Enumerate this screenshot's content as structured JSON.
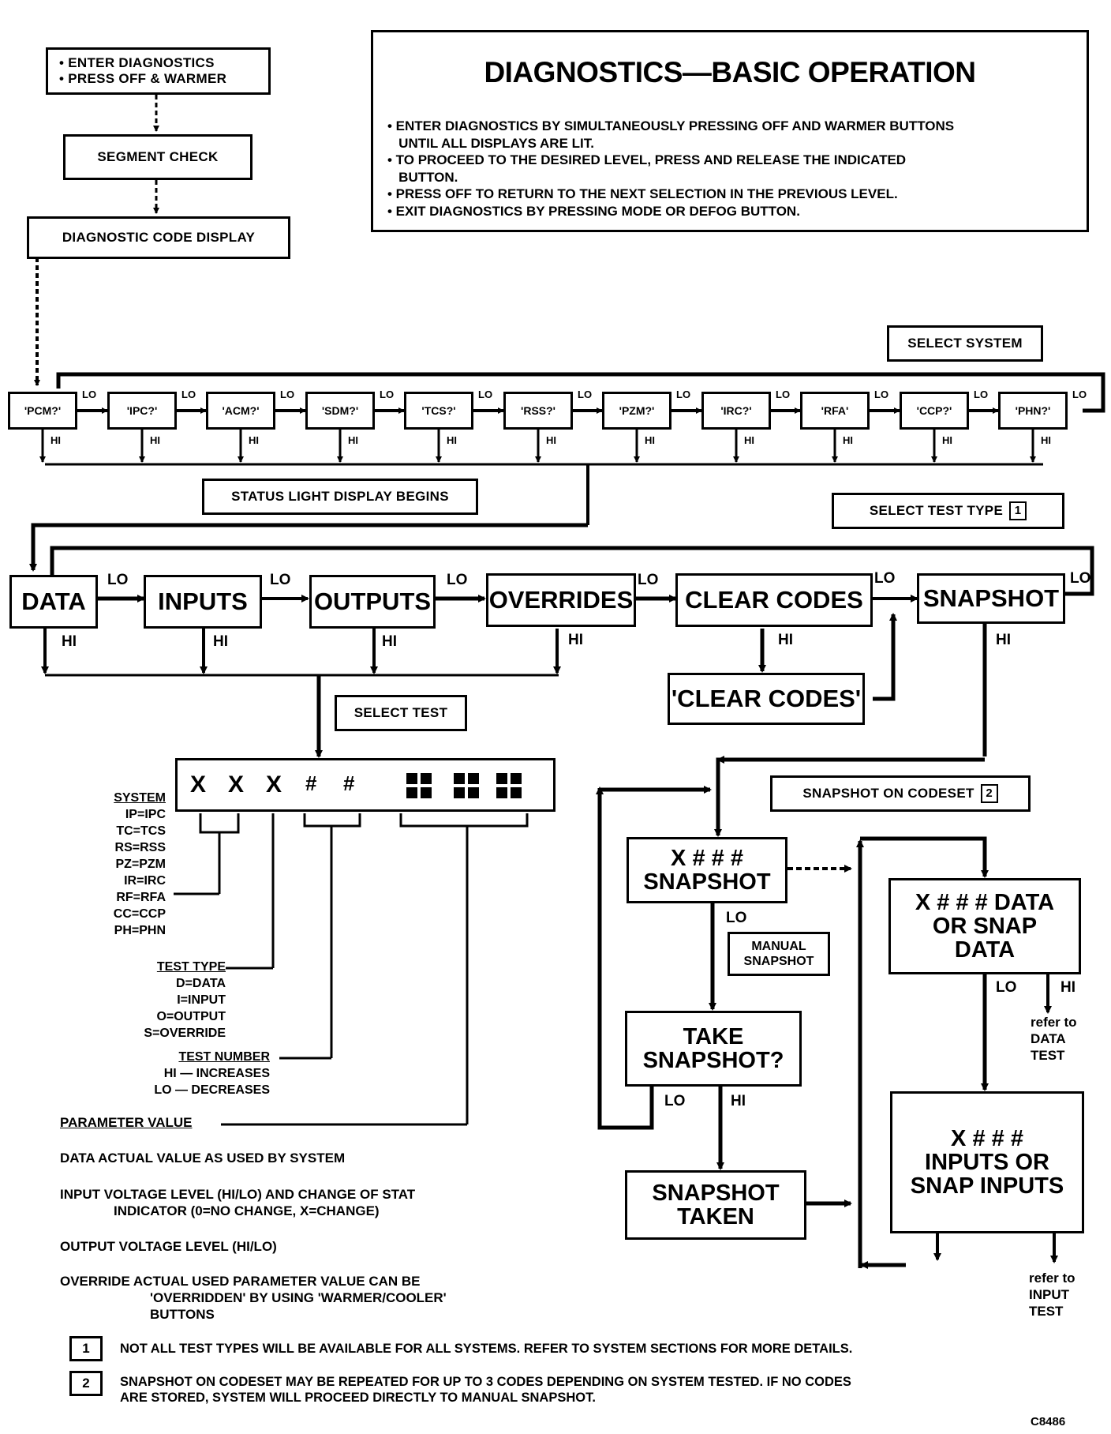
{
  "header": {
    "title": "DIAGNOSTICS—BASIC OPERATION",
    "instructions": [
      "• ENTER DIAGNOSTICS BY SIMULTANEOUSLY PRESSING OFF AND WARMER BUTTONS",
      "   UNTIL ALL DISPLAYS ARE LIT.",
      "• TO PROCEED TO THE DESIRED LEVEL, PRESS AND RELEASE THE INDICATED",
      "   BUTTON.",
      "• PRESS OFF TO RETURN TO THE NEXT SELECTION IN THE PREVIOUS LEVEL.",
      "• EXIT DIAGNOSTICS BY PRESSING MODE OR DEFOG BUTTON."
    ]
  },
  "start": {
    "enter_line1": "• ENTER DIAGNOSTICS",
    "enter_line2": "• PRESS OFF & WARMER",
    "segment_check": "SEGMENT CHECK",
    "code_display": "DIAGNOSTIC CODE DISPLAY"
  },
  "systems": {
    "select_label": "SELECT SYSTEM",
    "items": [
      "'PCM?'",
      "'IPC?'",
      "'ACM?'",
      "'SDM?'",
      "'TCS?'",
      "'RSS?'",
      "'PZM?'",
      "'IRC?'",
      "'RFA'",
      "'CCP?'",
      "'PHN?'"
    ],
    "lo": "LO",
    "hi": "HI",
    "status_light": "STATUS LIGHT DISPLAY BEGINS",
    "select_test_type": "SELECT TEST TYPE",
    "note_ref": "1"
  },
  "tests": {
    "items": [
      "DATA",
      "INPUTS",
      "OUTPUTS",
      "OVERRIDES",
      "CLEAR CODES",
      "SNAPSHOT"
    ],
    "clear_codes_confirm": "'CLEAR CODES'",
    "select_test": "SELECT TEST",
    "lo": "LO",
    "hi": "HI"
  },
  "display": {
    "chars": [
      "X",
      "X",
      "X",
      "#",
      "#"
    ],
    "blocks": [
      "▀▀",
      "▀▀",
      "▀▀"
    ]
  },
  "legend": {
    "system_title": "SYSTEM",
    "system_items": [
      "IP=IPC",
      "TC=TCS",
      "RS=RSS",
      "PZ=PZM",
      "IR=IRC",
      "RF=RFA",
      "CC=CCP",
      "PH=PHN"
    ],
    "test_type_title": "TEST TYPE",
    "test_type_items": [
      "D=DATA",
      "I=INPUT",
      "O=OUTPUT",
      "S=OVERRIDE"
    ],
    "test_number_title": "TEST NUMBER",
    "test_number_items": [
      "HI — INCREASES",
      "LO — DECREASES"
    ],
    "parameter_title": "PARAMETER VALUE",
    "param_data": "DATA ACTUAL VALUE AS USED BY SYSTEM",
    "param_input_1": "INPUT VOLTAGE LEVEL (HI/LO) AND CHANGE OF STAT",
    "param_input_2": "INDICATOR (0=NO CHANGE, X=CHANGE)",
    "param_output": "OUTPUT VOLTAGE LEVEL (HI/LO)",
    "param_override_1": "OVERRIDE ACTUAL USED PARAMETER VALUE CAN BE",
    "param_override_2": "'OVERRIDDEN' BY USING 'WARMER/COOLER'",
    "param_override_3": "BUTTONS"
  },
  "snapshot": {
    "on_codeset": "SNAPSHOT ON CODESET",
    "note_ref": "2",
    "xsnap_1": "X # # #",
    "xsnap_2": "SNAPSHOT",
    "manual_1": "MANUAL",
    "manual_2": "SNAPSHOT",
    "take_1": "TAKE",
    "take_2": "SNAPSHOT?",
    "taken_1": "SNAPSHOT",
    "taken_2": "TAKEN",
    "data_1": "X # # # DATA",
    "data_2": "OR SNAP",
    "data_3": "DATA",
    "inputs_1": "X # # #",
    "inputs_2": "INPUTS OR",
    "inputs_3": "SNAP INPUTS",
    "refer_data_1": "refer to",
    "refer_data_2": "DATA",
    "refer_data_3": "TEST",
    "refer_input_1": "refer to",
    "refer_input_2": "INPUT",
    "refer_input_3": "TEST",
    "lo": "LO",
    "hi": "HI"
  },
  "notes": [
    {
      "num": "1",
      "text": "NOT ALL TEST TYPES WILL BE AVAILABLE FOR ALL SYSTEMS. REFER TO SYSTEM SECTIONS FOR MORE DETAILS."
    },
    {
      "num": "2",
      "text": "SNAPSHOT ON CODESET MAY BE REPEATED FOR UP TO 3 CODES DEPENDING ON SYSTEM TESTED. IF NO CODES",
      "text2": "ARE STORED, SYSTEM WILL PROCEED DIRECTLY TO MANUAL SNAPSHOT."
    }
  ],
  "footer_code": "C8486"
}
